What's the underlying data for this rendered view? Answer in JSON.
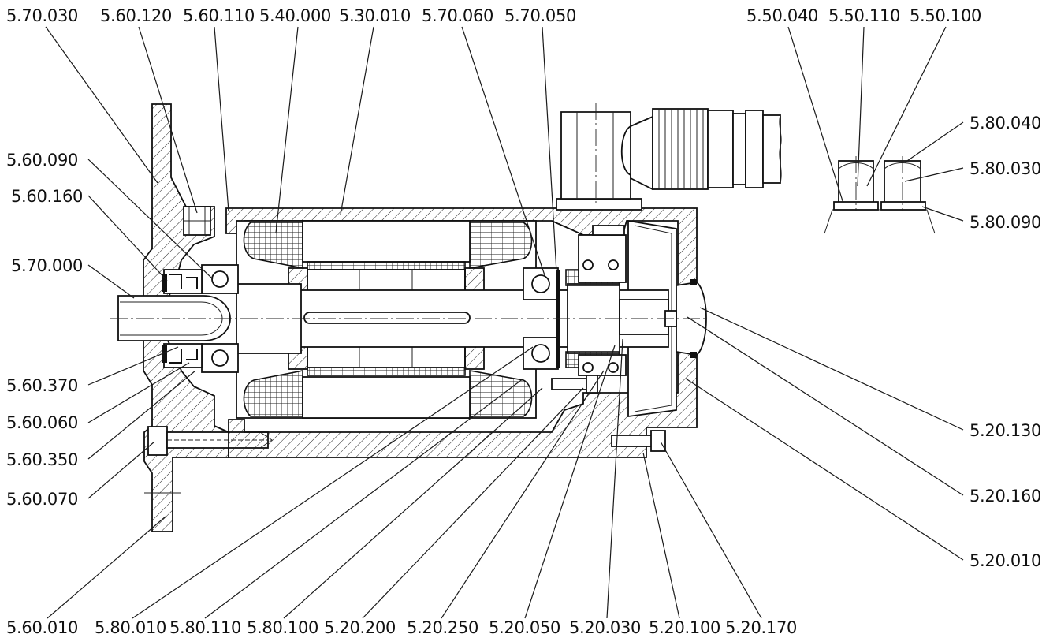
{
  "labels": {
    "l_5_70_030": "5.70.030",
    "l_5_60_120": "5.60.120",
    "l_5_60_110": "5.60.110",
    "l_5_40_000": "5.40.000",
    "l_5_30_010": "5.30.010",
    "l_5_70_060": "5.70.060",
    "l_5_70_050": "5.70.050",
    "l_5_50_040": "5.50.040",
    "l_5_50_110": "5.50.110",
    "l_5_50_100": "5.50.100",
    "l_5_80_040": "5.80.040",
    "l_5_80_030": "5.80.030",
    "l_5_80_090": "5.80.090",
    "l_5_60_090": "5.60.090",
    "l_5_60_160": "5.60.160",
    "l_5_70_000": "5.70.000",
    "l_5_60_370": "5.60.370",
    "l_5_60_060": "5.60.060",
    "l_5_60_350": "5.60.350",
    "l_5_60_070": "5.60.070",
    "l_5_20_130": "5.20.130",
    "l_5_20_160": "5.20.160",
    "l_5_20_010": "5.20.010",
    "l_5_60_010": "5.60.010",
    "l_5_80_010": "5.80.010",
    "l_5_80_110": "5.80.110",
    "l_5_80_100": "5.80.100",
    "l_5_20_200": "5.20.200",
    "l_5_20_250": "5.20.250",
    "l_5_20_050": "5.20.050",
    "l_5_20_030": "5.20.030",
    "l_5_20_100": "5.20.100",
    "l_5_20_170": "5.20.170"
  }
}
